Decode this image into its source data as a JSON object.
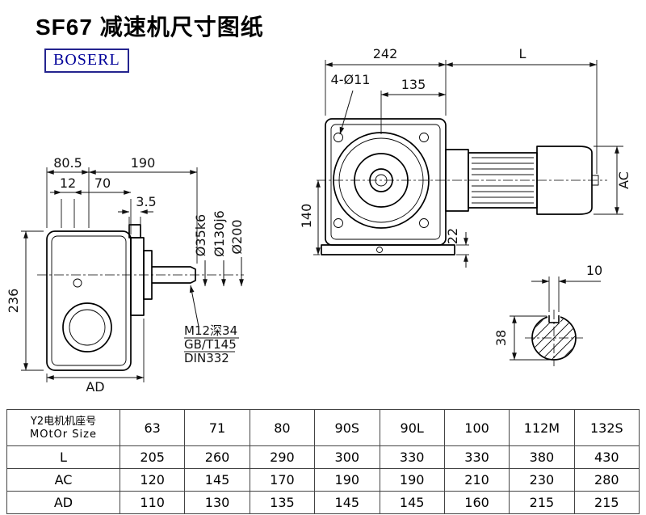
{
  "page": {
    "title": "SF67 减速机尺寸图纸",
    "logo_text": "BOSERL"
  },
  "drawing": {
    "left_view": {
      "dim_80_5": "80.5",
      "dim_190": "190",
      "dim_12": "12",
      "dim_70": "70",
      "dim_3_5": "3.5",
      "dim_236": "236",
      "dim_AD": "AD",
      "shaft_dia": "Ø35k6",
      "pilot_dia": "Ø130j6",
      "flange_dia": "Ø200",
      "tap_note": "M12深34",
      "std_note1": "GB/T145",
      "std_note2": "DIN332"
    },
    "front_view": {
      "dim_242": "242",
      "dim_L": "L",
      "holes": "4-Ø11",
      "dim_135": "135",
      "dim_140": "140",
      "dim_22": "22",
      "dim_AC": "AC"
    },
    "shaft_view": {
      "dim_10": "10",
      "dim_38": "38"
    }
  },
  "table": {
    "header": {
      "label_line1": "Y2电机机座号",
      "label_line2": "MOtOr Size",
      "sizes": [
        "63",
        "71",
        "80",
        "90S",
        "90L",
        "100",
        "112M",
        "132S"
      ]
    },
    "rows": [
      {
        "label": "L",
        "values": [
          "205",
          "260",
          "290",
          "300",
          "330",
          "330",
          "380",
          "430"
        ]
      },
      {
        "label": "AC",
        "values": [
          "120",
          "145",
          "170",
          "190",
          "190",
          "210",
          "230",
          "280"
        ]
      },
      {
        "label": "AD",
        "values": [
          "110",
          "130",
          "135",
          "145",
          "145",
          "160",
          "215",
          "215"
        ]
      }
    ]
  }
}
